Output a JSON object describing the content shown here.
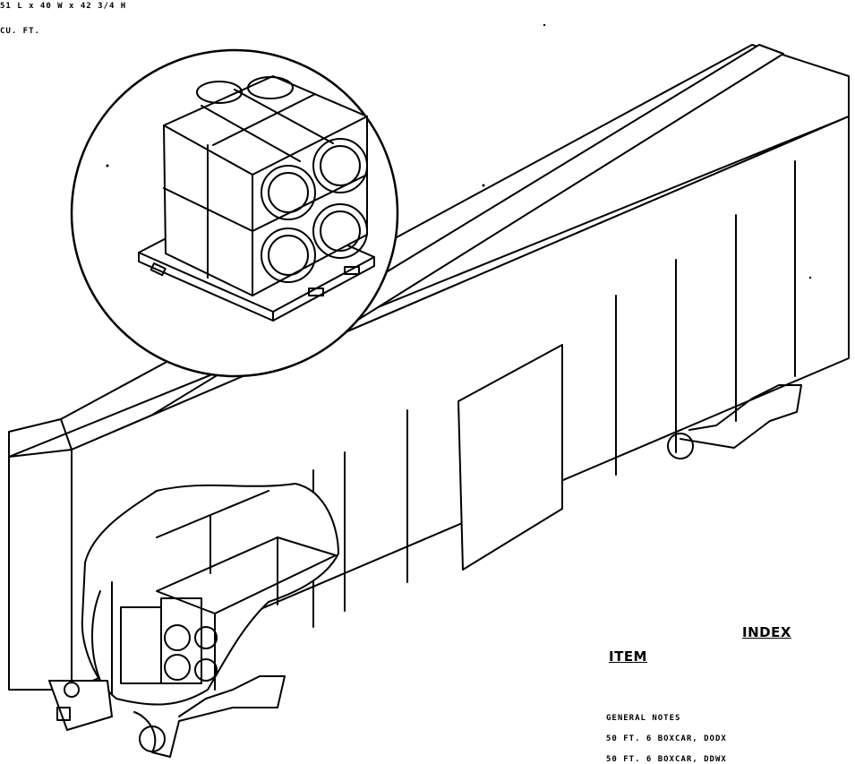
{
  "spec": {
    "dimensions": "51 L x 40 W x 42 3/4 H",
    "cube": "CU. FT."
  },
  "index": {
    "title": "INDEX",
    "item_header": "ITEM",
    "items": [
      "GENERAL NOTES",
      "50 FT. 6 BOXCAR, DODX",
      "50 FT. 6 BOXCAR, DDWX"
    ]
  },
  "colors": {
    "line": "#000000",
    "background": "#ffffff"
  },
  "icons": [
    "boxcar-illustration",
    "palletized-unit-load",
    "detail-callout-circle"
  ]
}
